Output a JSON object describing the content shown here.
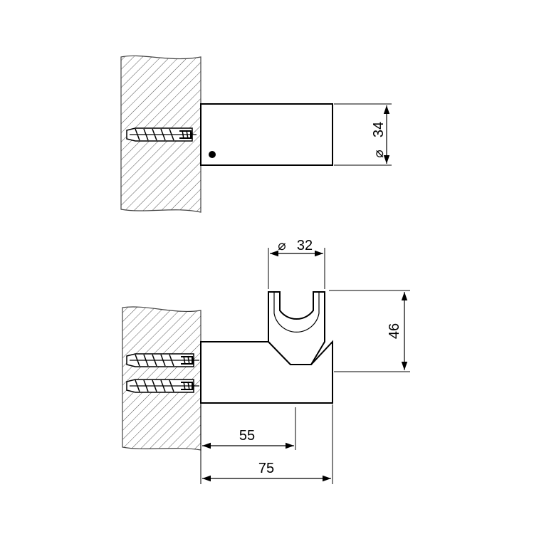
{
  "top_view": {
    "diameter_symbol": "⌀",
    "diameter_value": "34"
  },
  "bottom_view": {
    "holder_diameter_symbol": "⌀",
    "holder_diameter_value": "32",
    "height_value": "46",
    "depth_short_value": "55",
    "depth_total_value": "75"
  },
  "colors": {
    "line": "#000000",
    "hatch": "#555555",
    "background": "#ffffff"
  }
}
